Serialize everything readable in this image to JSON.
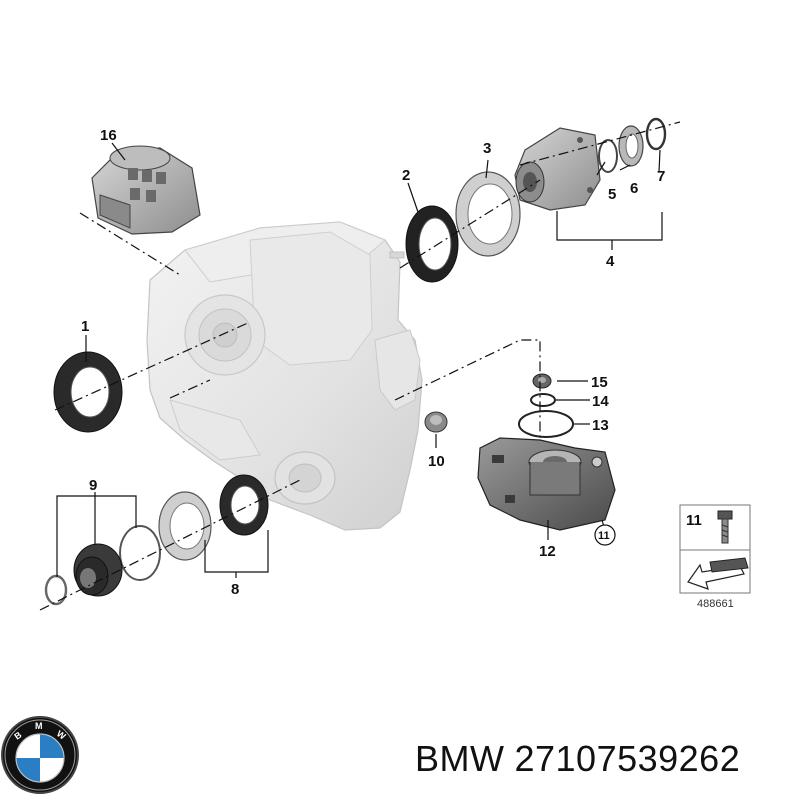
{
  "callouts": {
    "c1": "1",
    "c2": "2",
    "c3": "3",
    "c4": "4",
    "c5": "5",
    "c6": "6",
    "c7": "7",
    "c8": "8",
    "c9": "9",
    "c10": "10",
    "c11_circled": "11",
    "c12": "12",
    "c13": "13",
    "c14": "14",
    "c15": "15",
    "c16": "16"
  },
  "inset": {
    "number": "11",
    "reference": "488661"
  },
  "caption": {
    "brand": "BMW",
    "part_number": "27107539262"
  },
  "logo": {
    "letters": "BMW",
    "colors": {
      "ring": "#111111",
      "blue": "#2a7fc4",
      "white": "#ffffff"
    }
  }
}
